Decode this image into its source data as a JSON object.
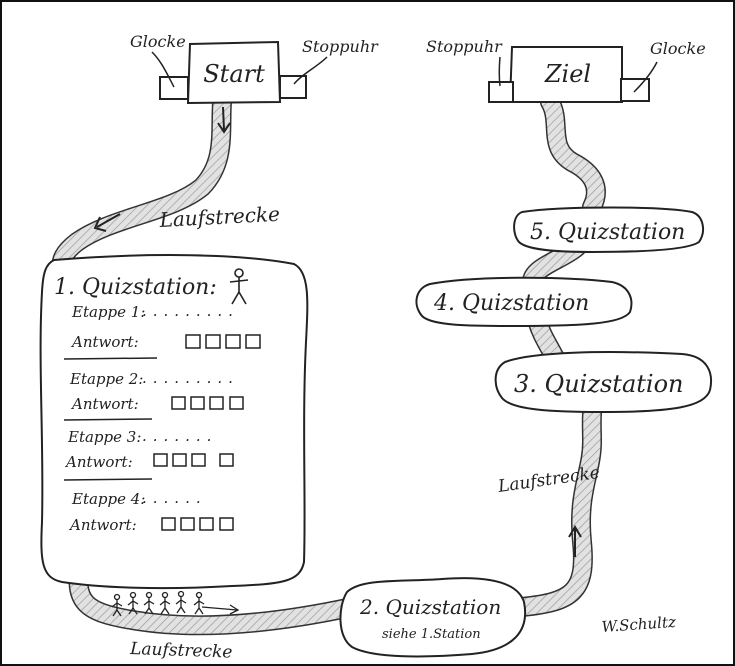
{
  "start": {
    "label": "Start",
    "left_tag": "Glocke",
    "right_tag": "Stoppuhr"
  },
  "finish": {
    "label": "Ziel",
    "left_tag": "Stoppuhr",
    "right_tag": "Glocke"
  },
  "track_labels": [
    "Laufstrecke",
    "Laufstrecke",
    "Laufstrecke"
  ],
  "station1": {
    "title": "1. Quizstation:",
    "stages": [
      {
        "label": "Etappe 1:",
        "answer_label": "Antwort:"
      },
      {
        "label": "Etappe 2:",
        "answer_label": "Antwort:"
      },
      {
        "label": "Etappe 3:",
        "answer_label": "Antwort:"
      },
      {
        "label": "Etappe 4:",
        "answer_label": "Antwort:"
      }
    ]
  },
  "station2": {
    "title": "2. Quizstation",
    "note": "siehe 1.Station"
  },
  "station3": {
    "title": "3. Quizstation"
  },
  "station4": {
    "title": "4. Quizstation"
  },
  "station5": {
    "title": "5. Quizstation"
  },
  "signature": "W.Schultz",
  "colors": {
    "ink": "#222222",
    "track_fill": "#d6d6d6"
  }
}
